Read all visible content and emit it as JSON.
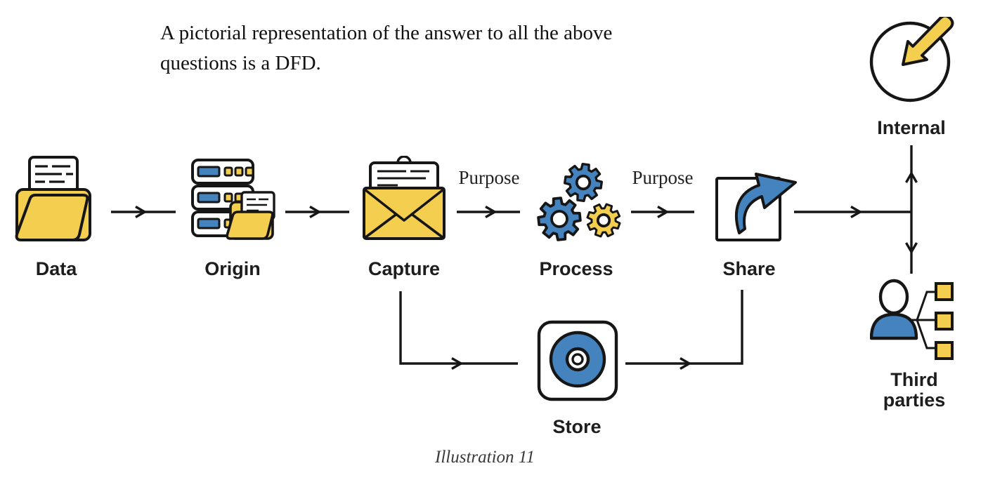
{
  "intro": {
    "line1": "A pictorial representation of the answer to all the above",
    "line2": "questions is a DFD."
  },
  "diagram": {
    "nodes": {
      "data": {
        "label": "Data",
        "icon": "open-folder-document-icon"
      },
      "origin": {
        "label": "Origin",
        "icon": "server-stack-folder-icon"
      },
      "capture": {
        "label": "Capture",
        "icon": "envelope-letter-icon"
      },
      "process": {
        "label": "Process",
        "icon": "gears-icon"
      },
      "share": {
        "label": "Share",
        "icon": "box-curved-arrow-icon"
      },
      "store": {
        "label": "Store",
        "icon": "optical-disc-icon"
      },
      "internal": {
        "label": "Internal",
        "icon": "inward-arrow-circle-icon"
      },
      "third_parties": {
        "label": "Third parties",
        "icon": "person-network-icon"
      }
    },
    "purpose_labels": [
      "Purpose",
      "Purpose"
    ],
    "edges": [
      {
        "from": "data",
        "to": "origin"
      },
      {
        "from": "origin",
        "to": "capture"
      },
      {
        "from": "capture",
        "to": "process",
        "label": "Purpose"
      },
      {
        "from": "process",
        "to": "share",
        "label": "Purpose"
      },
      {
        "from": "share",
        "to": "internal"
      },
      {
        "from": "share",
        "to": "third_parties"
      },
      {
        "from": "capture",
        "to": "store"
      },
      {
        "from": "store",
        "to": "share"
      }
    ]
  },
  "caption": {
    "text": "Illustration 11"
  },
  "colors": {
    "yellow": "#F4CE4E",
    "blue": "#4483BD",
    "outline": "#161616",
    "label_text": "#1d1d1d",
    "caption_gray": "#3a3a3a"
  }
}
